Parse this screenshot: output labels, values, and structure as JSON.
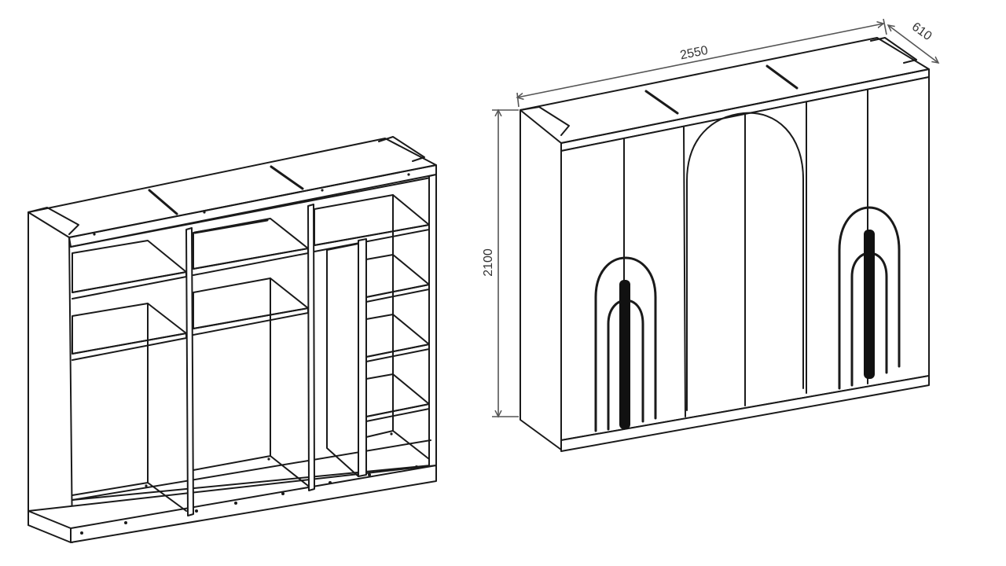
{
  "dimensions": {
    "width": "2550",
    "depth": "610",
    "height": "2100"
  },
  "colors": {
    "line": "#1a1a1a",
    "dimension": "#555555",
    "background": "#ffffff"
  }
}
